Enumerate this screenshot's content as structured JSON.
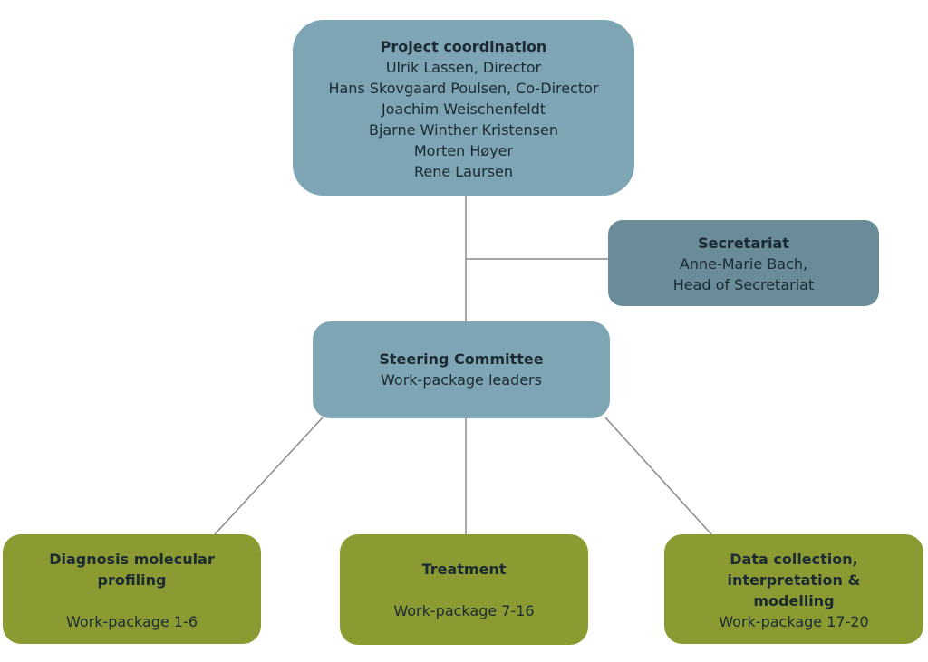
{
  "coordination": {
    "title": "Project coordination",
    "members": [
      "Ulrik Lassen, Director",
      "Hans Skovgaard Poulsen, Co-Director",
      "Joachim Weischenfeldt",
      "Bjarne Winther Kristensen",
      "Morten Høyer",
      "Rene Laursen"
    ]
  },
  "secretariat": {
    "title": "Secretariat",
    "lines": [
      "Anne-Marie Bach,",
      "Head of Secretariat"
    ]
  },
  "steering": {
    "title": "Steering Committee",
    "subtitle": "Work-package leaders"
  },
  "diagnosis": {
    "title_lines": [
      "Diagnosis molecular",
      "profiling"
    ],
    "packages": "Work-package 1-6"
  },
  "treatment": {
    "title": "Treatment",
    "packages": "Work-package 7-16"
  },
  "data_collection": {
    "title_lines": [
      "Data collection,",
      "interpretation &",
      "modelling"
    ],
    "packages": "Work-package 17-20"
  },
  "colors": {
    "coordination_fill": "#7ea5b3",
    "secretariat_fill": "#6a8c98",
    "steering_fill": "#7ea5b3",
    "work_package_fill": "#8b9b31",
    "connector": "#8a8a8a"
  }
}
